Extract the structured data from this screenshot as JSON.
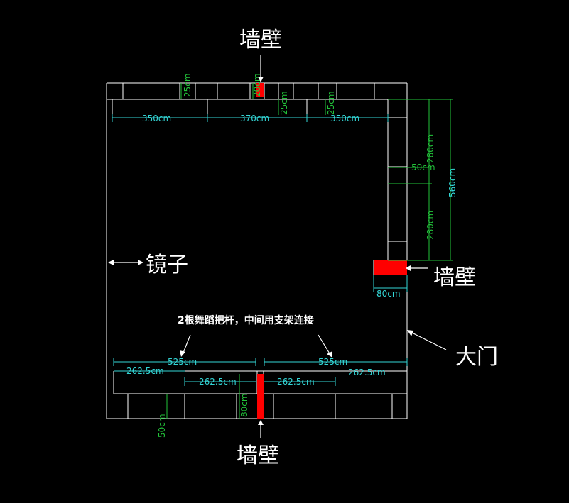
{
  "labels": {
    "wall_top": "墙壁",
    "wall_right": "墙壁",
    "wall_bottom": "墙壁",
    "mirror": "镜子",
    "door": "大门",
    "note": "2根舞蹈把杆，中间用支架连接"
  },
  "dims": {
    "top_350_left": "350cm",
    "top_370": "370cm",
    "top_350_right": "350cm",
    "top_25_a": "25cm",
    "top_20": "20cm",
    "top_25_b": "25cm",
    "top_25_c": "25cm",
    "right_280_top": "280cm",
    "right_50": "50cm",
    "right_560": "560cm",
    "right_280_bottom": "280cm",
    "right_80": "80cm",
    "bottom_525_left": "525cm",
    "bottom_525_right": "525cm",
    "bottom_2625_a": "262.5cm",
    "bottom_2625_b": "262.5cm",
    "bottom_2625_c": "262.5cm",
    "bottom_2625_d": "262.5cm",
    "bottom_80": "80cm",
    "bottom_50": "50cm"
  },
  "colors": {
    "wall": "#ffffff",
    "dimension_cyan": "#33d6d6",
    "dimension_green": "#22c43a",
    "marker_red": "#ff0000",
    "background": "#000000"
  }
}
